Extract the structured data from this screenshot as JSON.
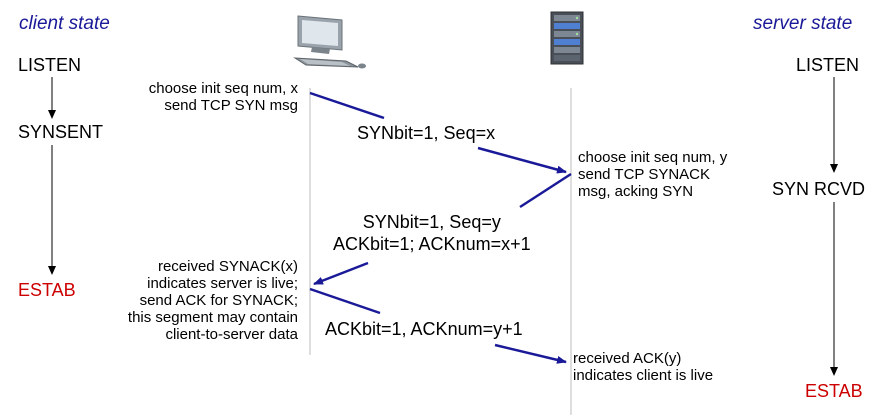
{
  "headers": {
    "client": "client state",
    "server": "server state"
  },
  "client_states": {
    "listen": "LISTEN",
    "synsent": "SYNSENT",
    "estab": "ESTAB"
  },
  "server_states": {
    "listen": "LISTEN",
    "synrcvd": "SYN RCVD",
    "estab": "ESTAB"
  },
  "client_notes": {
    "syn": [
      "choose init seq num, x",
      "send TCP SYN msg"
    ],
    "ack": [
      "received SYNACK(x)",
      "indicates server is live;",
      "send ACK for SYNACK;",
      "this segment may contain",
      "client-to-server data"
    ]
  },
  "server_notes": {
    "synack": [
      "choose init seq num, y",
      "send TCP SYNACK",
      "msg, acking SYN"
    ],
    "ack": [
      "received ACK(y)",
      "indicates client is live"
    ]
  },
  "messages": {
    "syn": "SYNbit=1, Seq=x",
    "synack": [
      "SYNbit=1, Seq=y",
      "ACKbit=1; ACKnum=x+1"
    ],
    "ack": "ACKbit=1, ACKnum=y+1"
  },
  "icons": {
    "client": "computer-icon",
    "server": "server-icon"
  },
  "colors": {
    "arrow": "#1a1a99",
    "established": "#cc0000",
    "header": "#1a1a99"
  }
}
